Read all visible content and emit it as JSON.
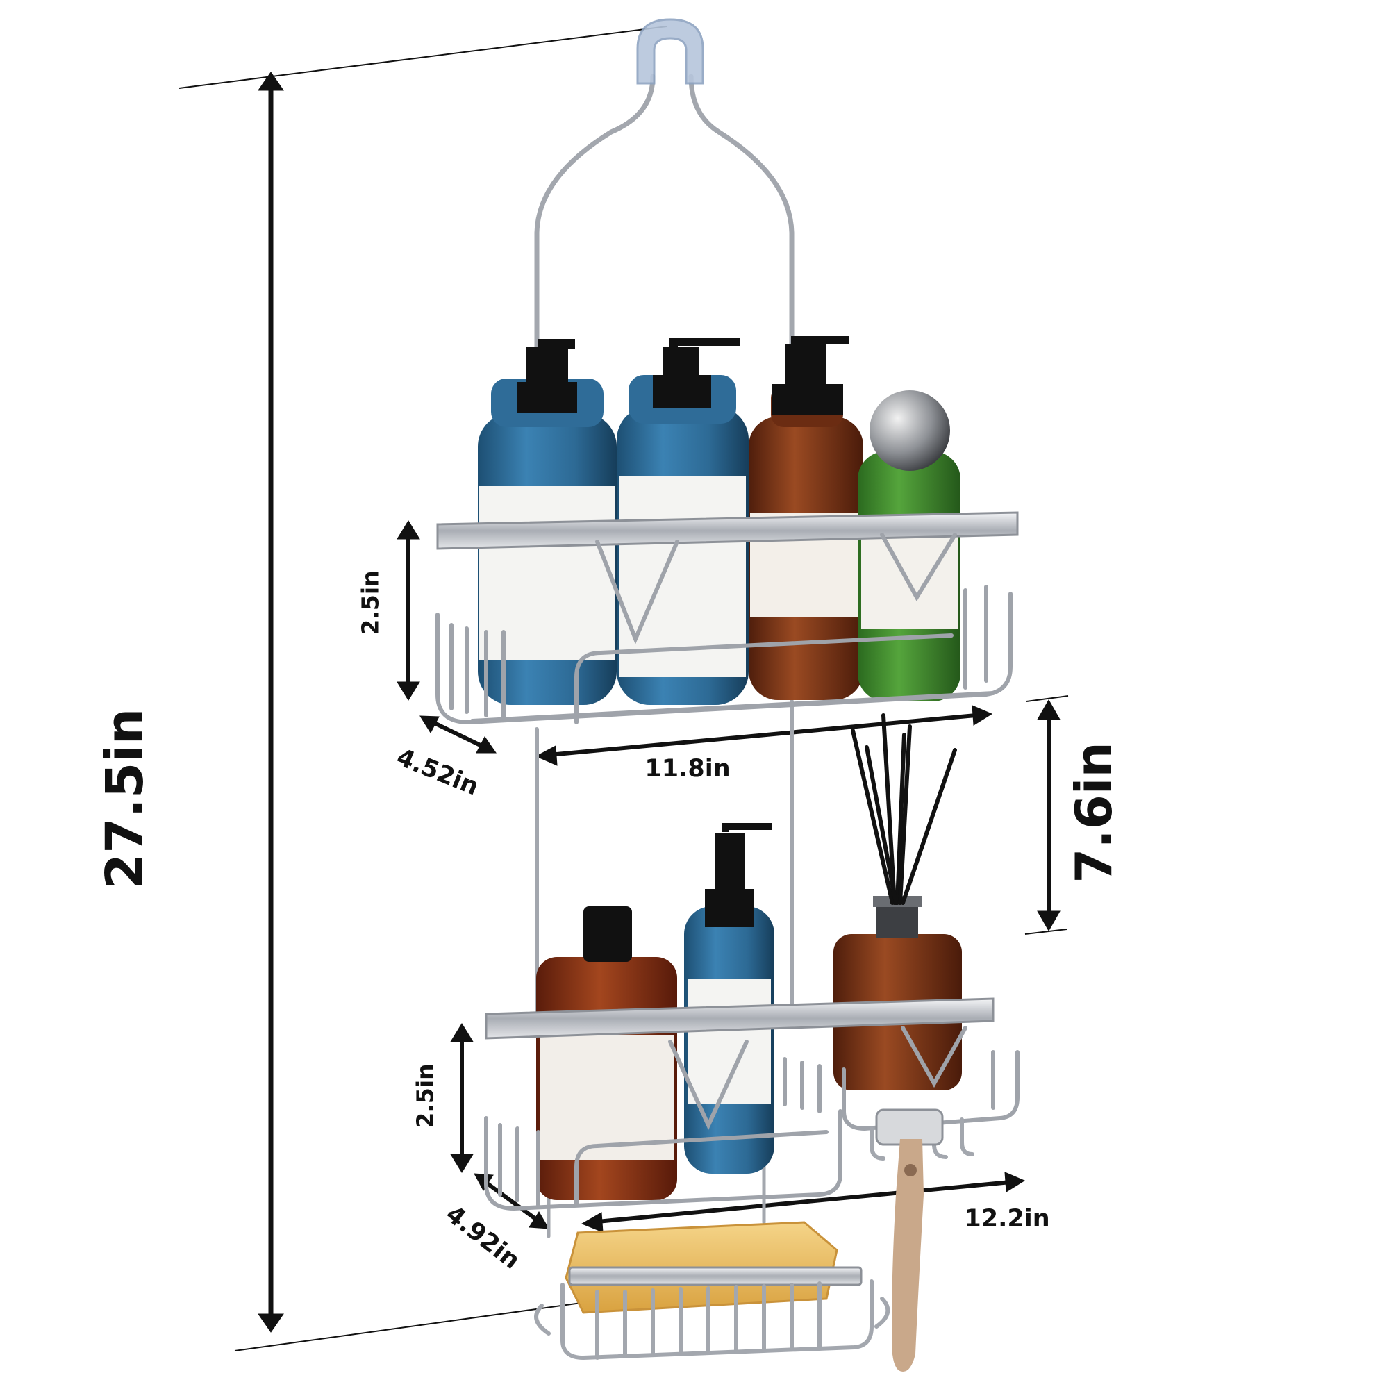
{
  "dimensions": {
    "total_height": "27.5in",
    "shelf_gap": "7.6in",
    "top_basket_height": "2.5in",
    "top_basket_width": "11.8in",
    "top_basket_depth": "4.52in",
    "bottom_basket_height": "2.5in",
    "bottom_basket_width": "12.2in",
    "bottom_basket_depth": "4.92in"
  },
  "colors": {
    "background": "#ffffff",
    "chrome": "#b9bcc2",
    "blue_bottle": "#2d6a95",
    "amber_bottle": "#7a3418",
    "green_bottle": "#3f8a2e",
    "soap_bar": "#e8b85a",
    "razor": "#c9a88a"
  }
}
